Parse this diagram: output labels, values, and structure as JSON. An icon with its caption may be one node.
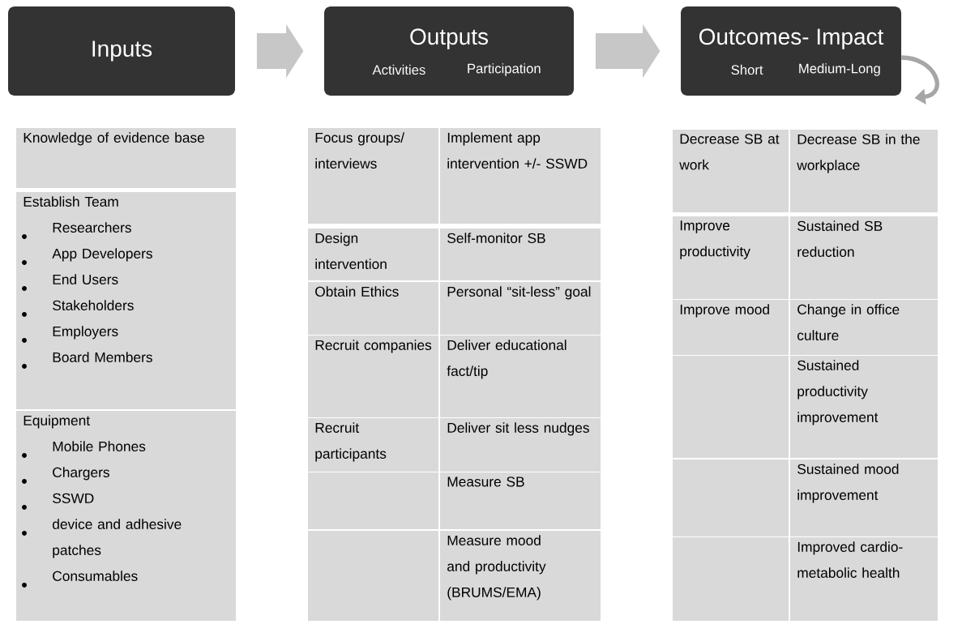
{
  "diagram": {
    "nodes": [
      {
        "text": [
          "Inputs"
        ]
      },
      {
        "text": [
          "Outputs",
          "Activities",
          "Participation"
        ]
      },
      {
        "text": [
          "Outcomes- Impact",
          "Short",
          "Medium-Long"
        ]
      }
    ],
    "edges": [
      {
        "from": 0,
        "to": 1,
        "arrow": "to"
      },
      {
        "from": 1,
        "to": 2,
        "arrow": "to"
      },
      {
        "from": 2,
        "to": 2,
        "arrow": "to"
      }
    ],
    "labels": [
      "Knowledge of evidence base",
      "Establish Team",
      "Researchers",
      "App Developers",
      "End Users",
      "Stakeholders",
      "Employers",
      "Board Members",
      "Equipment",
      "Mobile Phones",
      "Chargers",
      "SSWD",
      "device and adhesive patches",
      "Consumables",
      "Focus groups/ interviews",
      "Implement app intervention +/- SSWD",
      "Design intervention",
      "Self-monitor SB",
      "Obtain Ethics",
      "Personal “sit-less” goal",
      "Recruit companies",
      "Deliver educational fact/tip",
      "Recruit participants",
      "Deliver sit less nudges",
      "Measure SB",
      "Measure mood and productivity (BRUMS/EMA)",
      "Decrease SB at work",
      "Decrease SB in the workplace",
      "Improve productivity",
      "Sustained SB reduction",
      "Improve mood",
      "Change in office culture",
      "Sustained productivity improvement",
      "Sustained mood improvement",
      "Improved cardio-metabolic health"
    ]
  }
}
